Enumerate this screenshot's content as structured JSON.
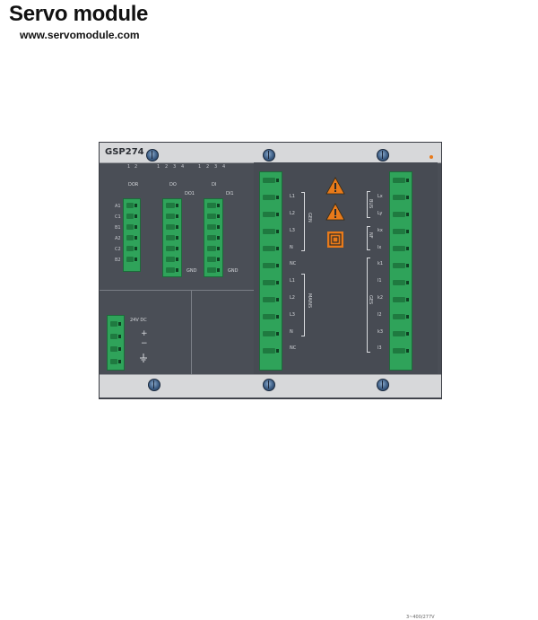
{
  "header": {
    "title": "Servo module",
    "url": "www.servomodule.com"
  },
  "module": {
    "model": "GSP274",
    "rating": "3~400/277V",
    "groups": {
      "dor": "DOR",
      "do": "DO",
      "di": "DI",
      "do1": "DO1",
      "di1": "DI1",
      "gnd_do": "GND",
      "gnd_di": "GND",
      "power": "24V DC",
      "gen": "GEN",
      "mains": "MAINS",
      "bus": "BUS",
      "nf": "NF",
      "ges": "GES"
    },
    "dor_pin_labels": [
      "A1",
      "C1",
      "B1",
      "A2",
      "C2",
      "B2"
    ],
    "pin_numbers": {
      "dor": [
        "1",
        "2"
      ],
      "do": [
        "1",
        "2",
        "3",
        "4"
      ],
      "di": [
        "1",
        "2",
        "3",
        "4"
      ]
    },
    "gen_terminals": [
      "L1",
      "L2",
      "L3",
      "N",
      "NC"
    ],
    "mains_terminals": [
      "L1",
      "L2",
      "L3",
      "N",
      "NC"
    ],
    "right_bus_terminals": [
      "Lx",
      "Ly"
    ],
    "right_nf_terminals": [
      "kx",
      "lx"
    ],
    "right_ges_terminals": [
      "k1",
      "l1",
      "k2",
      "l2",
      "k3",
      "l3"
    ],
    "power_symbols": [
      "+",
      "−"
    ],
    "colors": {
      "body": "#4a4e56",
      "rail": "#d7d8da",
      "terminal_green": "#2fa35a",
      "warning_orange": "#e87a1a"
    },
    "icons": [
      "warning-triangle-icon",
      "warning-triangle-icon",
      "double-insulation-icon",
      "ground-icon"
    ]
  }
}
